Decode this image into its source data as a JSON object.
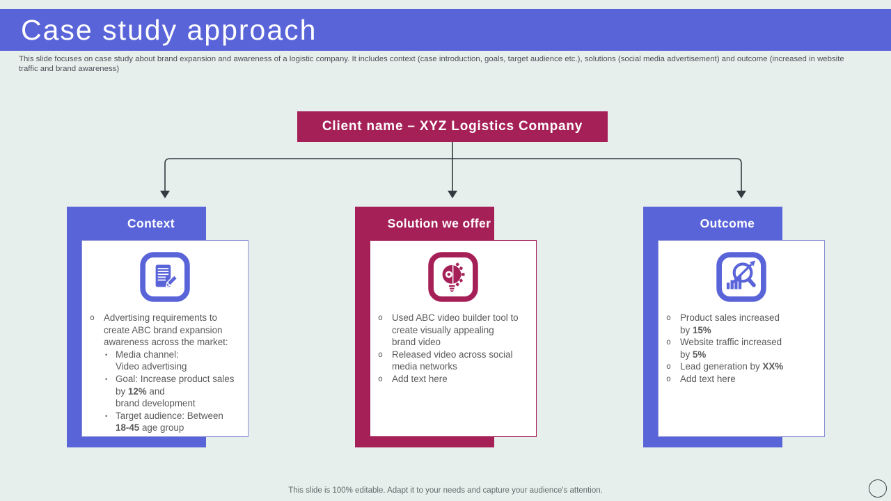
{
  "slide": {
    "title": "Case study approach",
    "subtitle": "This slide focuses on case study about brand expansion and awareness of a logistic company. It includes context (case introduction, goals, target audience etc.), solutions (social media advertisement) and outcome (increased in website traffic and brand awareness)",
    "client_banner": "Client name – XYZ Logistics Company",
    "footer": "This slide is 100% editable. Adapt it to your needs and capture your audience's attention."
  },
  "colors": {
    "accent_blue": "#5a64d9",
    "accent_maroon": "#a62058",
    "background": "#e7efec",
    "body_text": "#595959",
    "connector": "#333a40",
    "card_border_blue": "#8a91d4"
  },
  "icons": {
    "context": "notepad-pencil-icon",
    "solution": "idea-gear-icon",
    "outcome": "growth-analysis-icon"
  },
  "columns": [
    {
      "label": "Context",
      "accent": "blue",
      "icon": "notepad-pencil-icon",
      "bullets": [
        {
          "level": 1,
          "segments": [
            {
              "t": "Advertising requirements to\ncreate ABC brand expansion\nawareness across the market:"
            }
          ]
        },
        {
          "level": 2,
          "segments": [
            {
              "t": "Media channel:\nVideo advertising"
            }
          ]
        },
        {
          "level": 2,
          "segments": [
            {
              "t": "Goal: Increase product sales\nby "
            },
            {
              "t": "12%",
              "b": true
            },
            {
              "t": " and\nbrand development"
            }
          ]
        },
        {
          "level": 2,
          "segments": [
            {
              "t": "Target audience: Between\n"
            },
            {
              "t": "18-45",
              "b": true
            },
            {
              "t": " age group"
            }
          ]
        }
      ]
    },
    {
      "label": "Solution we offer",
      "accent": "maroon",
      "icon": "idea-gear-icon",
      "bullets": [
        {
          "level": 1,
          "segments": [
            {
              "t": "Used ABC video builder tool to\ncreate visually appealing\nbrand video"
            }
          ]
        },
        {
          "level": 1,
          "segments": [
            {
              "t": "Released video across social\nmedia networks"
            }
          ]
        },
        {
          "level": 1,
          "segments": [
            {
              "t": "Add text here"
            }
          ]
        }
      ]
    },
    {
      "label": "Outcome",
      "accent": "blue",
      "icon": "growth-analysis-icon",
      "bullets": [
        {
          "level": 1,
          "segments": [
            {
              "t": "Product sales increased\nby "
            },
            {
              "t": "15%",
              "b": true
            }
          ]
        },
        {
          "level": 1,
          "segments": [
            {
              "t": "Website traffic increased\nby "
            },
            {
              "t": "5%",
              "b": true
            }
          ]
        },
        {
          "level": 1,
          "segments": [
            {
              "t": "Lead generation by "
            },
            {
              "t": "XX%",
              "b": true
            }
          ]
        },
        {
          "level": 1,
          "segments": [
            {
              "t": "Add text here"
            }
          ]
        }
      ]
    }
  ]
}
